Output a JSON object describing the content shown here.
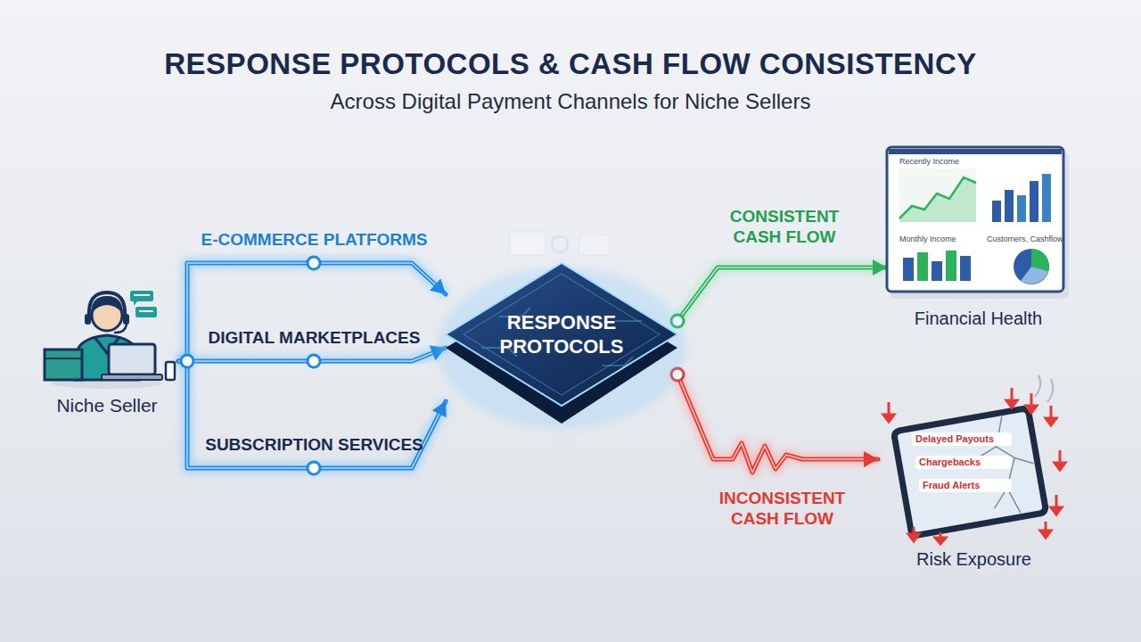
{
  "diagram": {
    "title": "RESPONSE PROTOCOLS & CASH FLOW CONSISTENCY",
    "nodes": [
      {
        "text": [
          "Niche Seller"
        ]
      },
      {
        "text": [
          "RESPONSE PROTOCOLS"
        ]
      },
      {
        "text": [
          "Financial Health",
          "Recently Income",
          "Monthly Income",
          "Customers, Cashflow"
        ]
      },
      {
        "text": [
          "Risk Exposure",
          "Delayed Payouts",
          "Chargebacks",
          "Fraud Alerts"
        ]
      }
    ],
    "edges": [
      {
        "from": 0,
        "to": 1,
        "arrow": "to",
        "label": "E-COMMERCE PLATFORMS"
      },
      {
        "from": 0,
        "to": 1,
        "arrow": "to",
        "label": "DIGITAL MARKETPLACES"
      },
      {
        "from": 0,
        "to": 1,
        "arrow": "to",
        "label": "SUBSCRIPTION SERVICES"
      },
      {
        "from": 1,
        "to": 2,
        "arrow": "to",
        "label": "CONSISTENT CASH FLOW"
      },
      {
        "from": 1,
        "to": 3,
        "arrow": "to",
        "label": "INCONSISTENT CASH FLOW"
      }
    ],
    "labels": [
      "Across Digital Payment Channels for Niche Sellers"
    ]
  }
}
